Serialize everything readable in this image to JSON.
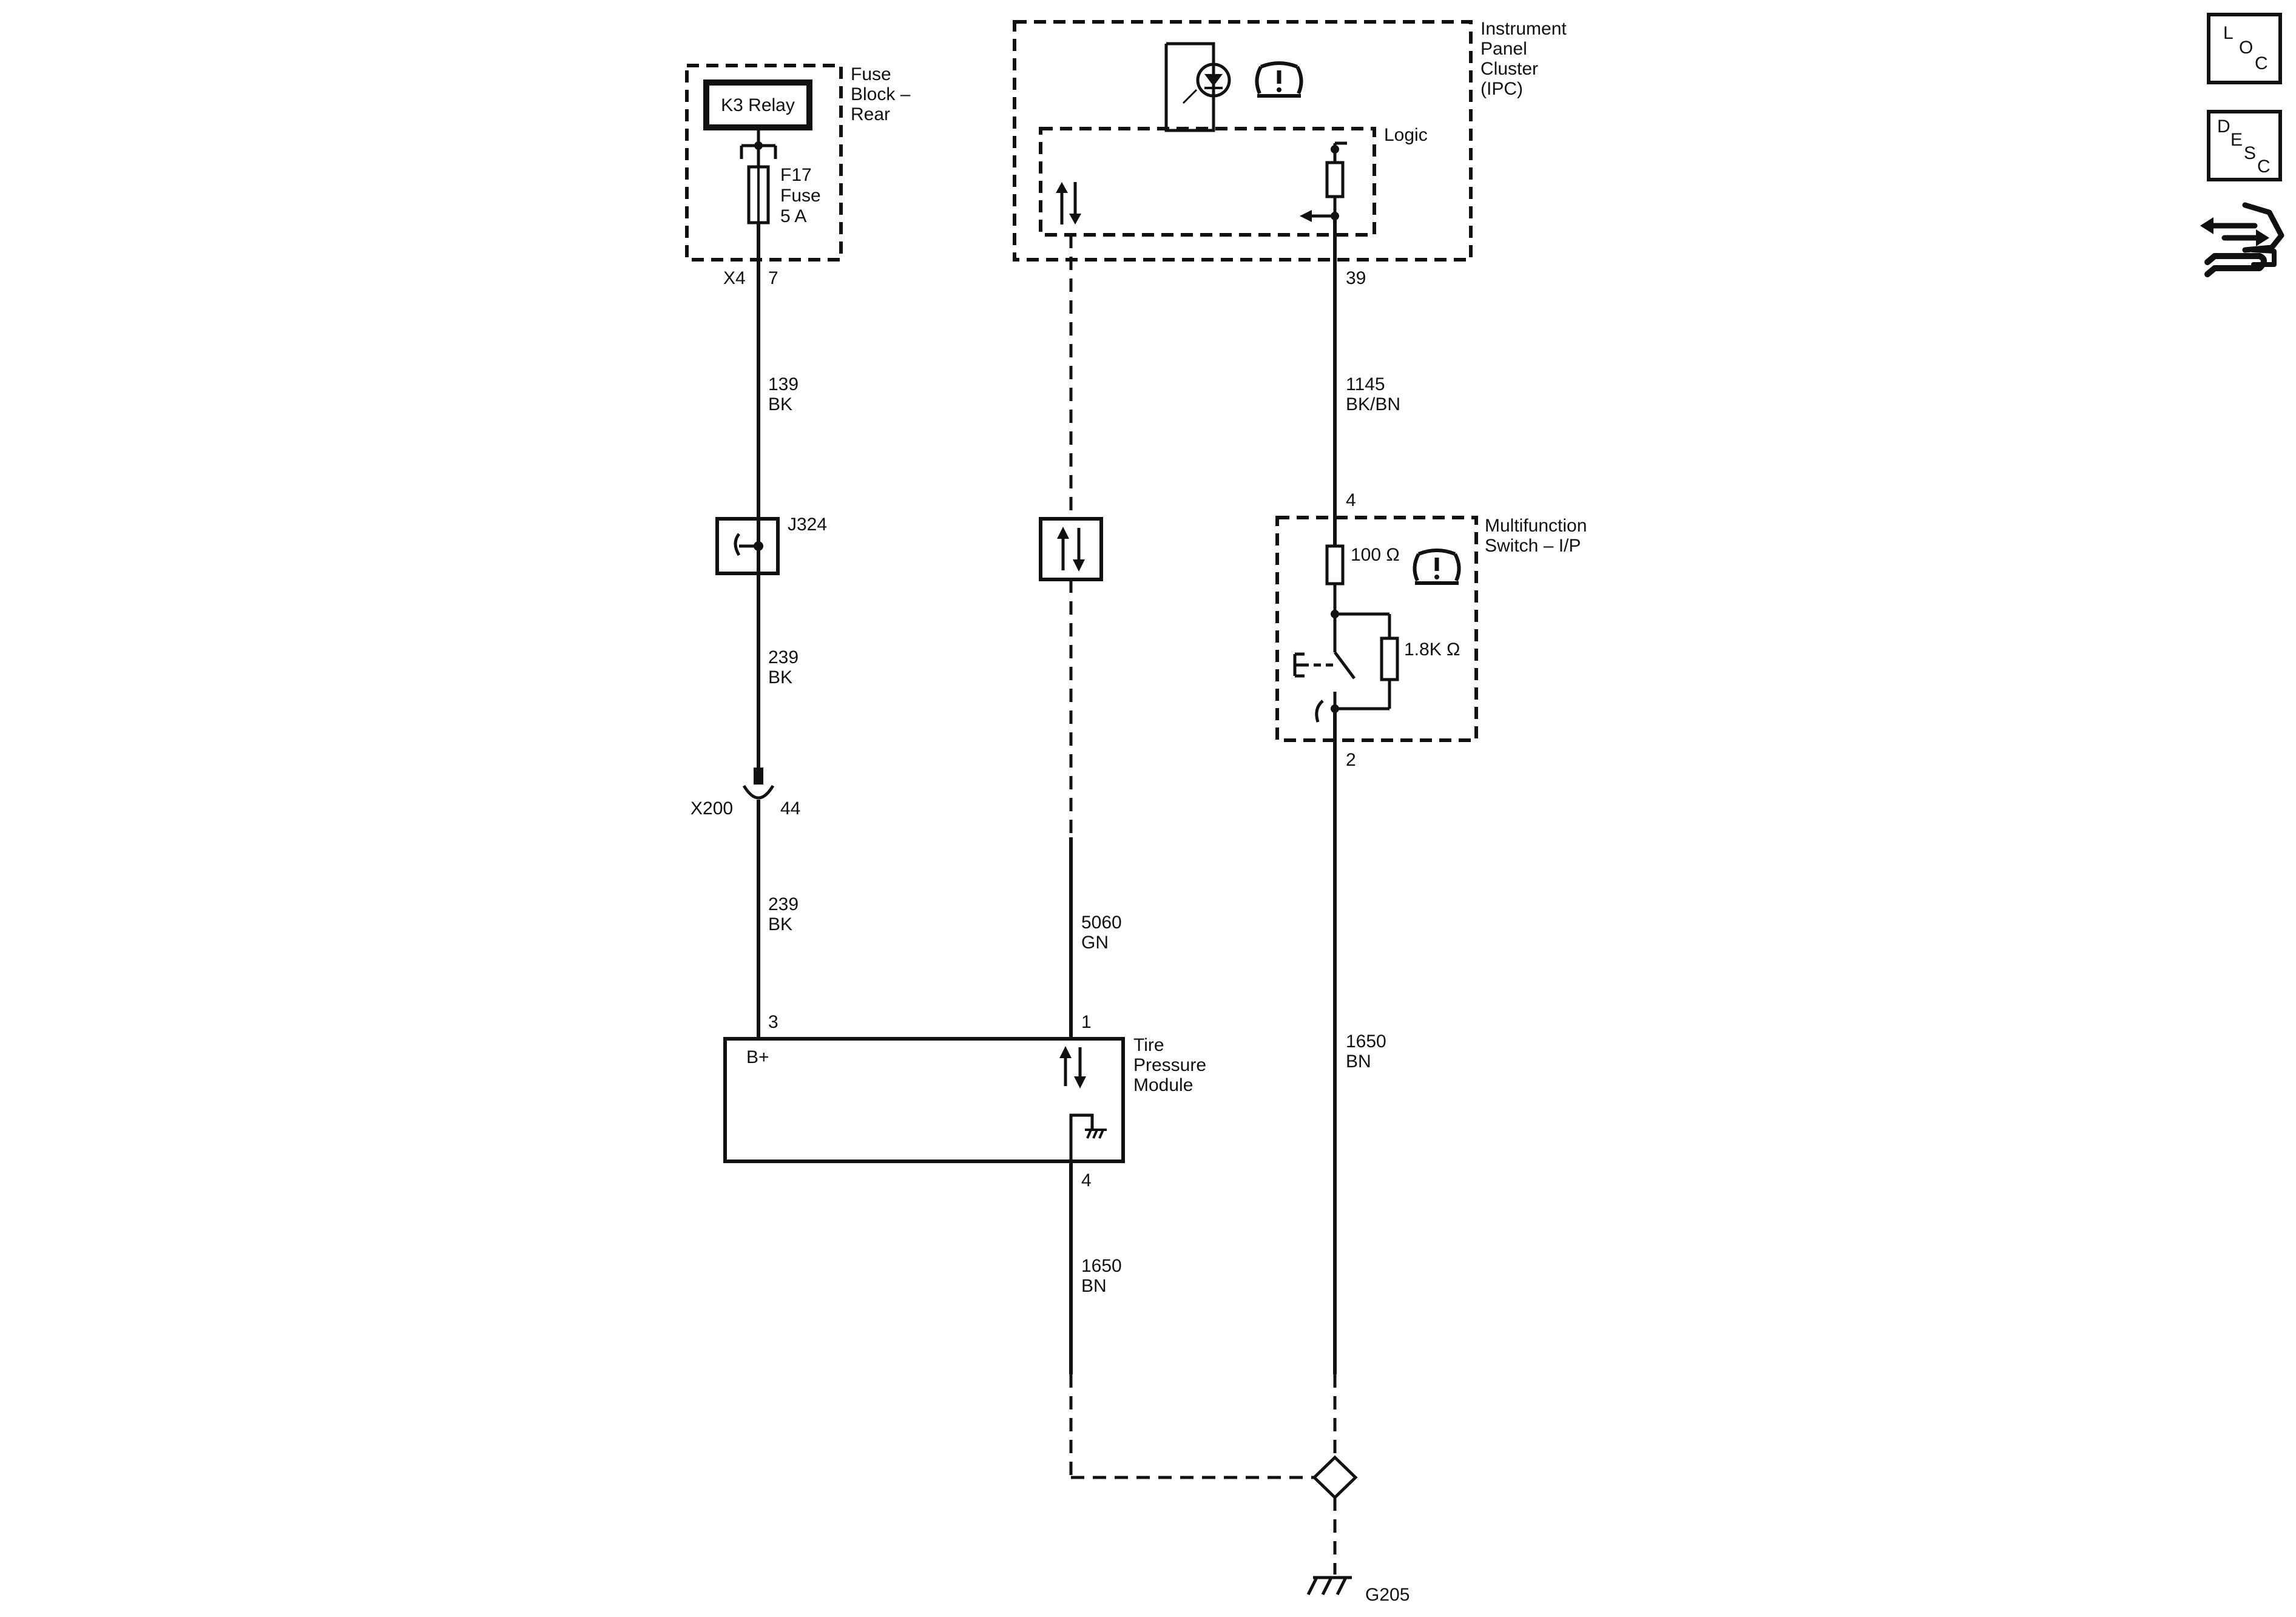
{
  "components": {
    "fuse_block": {
      "title_lines": [
        "Fuse",
        "Block –",
        "Rear"
      ],
      "relay_label": "K3 Relay",
      "fuse_lines": [
        "F17",
        "Fuse",
        "5 A"
      ],
      "connector": "X4",
      "pin": "7"
    },
    "ipc": {
      "title_lines": [
        "Instrument",
        "Panel",
        "Cluster",
        "(IPC)"
      ],
      "logic_label": "Logic",
      "pin": "39"
    },
    "multifunction_switch": {
      "title_lines": [
        "Multifunction",
        "Switch – I/P"
      ],
      "resistor_1": "100 Ω",
      "resistor_2": "1.8K Ω",
      "pin_top": "4",
      "pin_bottom": "2"
    },
    "tire_pressure_module": {
      "title_lines": [
        "Tire",
        "Pressure",
        "Module"
      ],
      "bplus_label": "B+",
      "pin_bplus": "3",
      "pin_data": "1",
      "pin_ground": "4"
    }
  },
  "splices": {
    "j324": "J324",
    "x200_connector": "X200",
    "x200_pin": "44"
  },
  "ground": {
    "label": "G205"
  },
  "wires": [
    {
      "circuit": "139",
      "color": "BK"
    },
    {
      "circuit": "239",
      "color": "BK"
    },
    {
      "circuit": "239",
      "color": "BK"
    },
    {
      "circuit": "5060",
      "color": "GN"
    },
    {
      "circuit": "1145",
      "color": "BK/BN"
    },
    {
      "circuit": "1650",
      "color": "BN"
    },
    {
      "circuit": "1650",
      "color": "BN"
    }
  ],
  "side_nav": {
    "loc": [
      "L",
      "O",
      "C"
    ],
    "desc": [
      "D",
      "E",
      "S",
      "C"
    ],
    "service_icon": "connector-service-icon"
  },
  "colors": {
    "line": "#111111",
    "background": "#ffffff"
  }
}
